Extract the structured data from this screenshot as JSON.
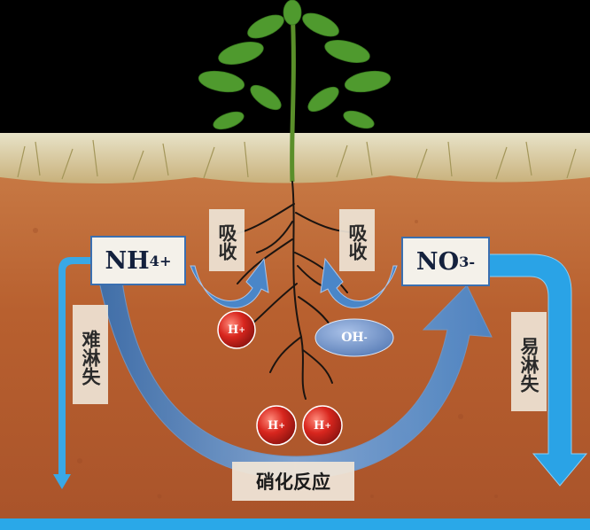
{
  "nodes": {
    "ammonium": {
      "base": "NH",
      "sub": "4",
      "sup": "+"
    },
    "nitrate": {
      "base": "NO",
      "sub": "3",
      "sup": "-"
    }
  },
  "labels": {
    "absorb_left": "吸收",
    "absorb_right": "吸收",
    "hard_leach": "难淋失",
    "easy_leach": "易淋失",
    "nitrification": "硝化反应"
  },
  "ions": {
    "h_single": {
      "base": "H",
      "sup": "+"
    },
    "h_pair_1": {
      "base": "H",
      "sup": "+"
    },
    "h_pair_2": {
      "base": "H",
      "sup": "+"
    },
    "hydroxide": {
      "base": "OH",
      "sup": "-"
    }
  },
  "colors": {
    "sky": "#000000",
    "soil": "#b45a2e",
    "arrow_blue": "#3f7fc1",
    "arrow_bright": "#2aa3e6",
    "leaf": "#4f9a2e",
    "ion_red": "#d42a22",
    "ion_blue": "#6b8fc7"
  }
}
